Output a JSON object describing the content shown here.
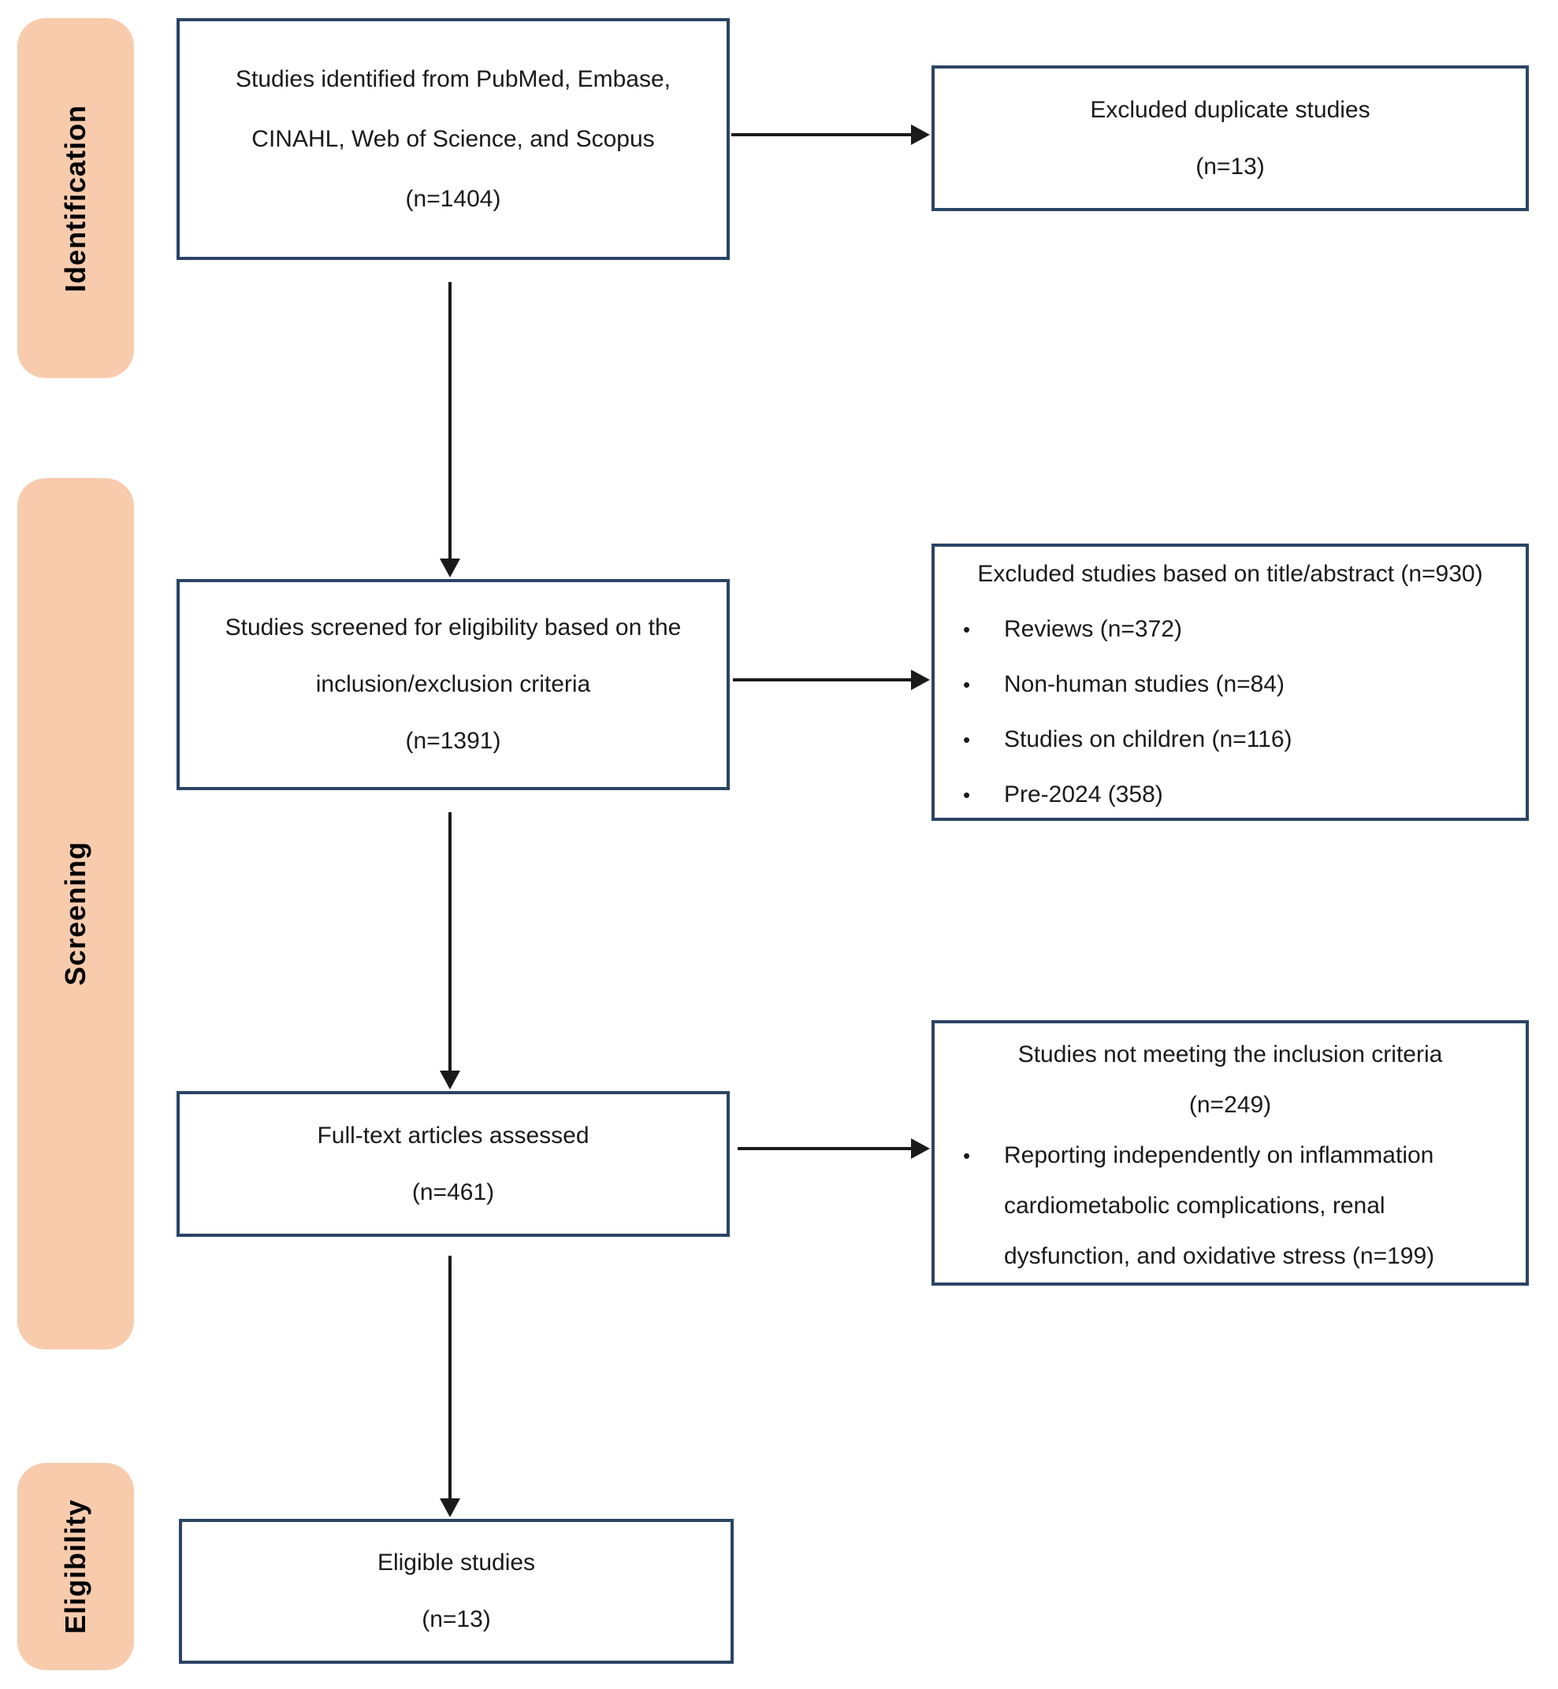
{
  "colors": {
    "stage_band": "#F8CBAD",
    "box_border": "#2A4465",
    "arrow": "#1A1A1A",
    "text": "#1A1A1A"
  },
  "icons": {
    "bullet": "•",
    "arrow_down": "▼",
    "arrow_right": "►"
  },
  "stages": {
    "identification": "Identification",
    "screening": "Screening",
    "eligibility": "Eligibility"
  },
  "flow": {
    "identified": {
      "line1": "Studies identified from PubMed, Embase,",
      "line2": "CINAHL, Web of Science, and Scopus",
      "count": "(n=1404)"
    },
    "screened": {
      "line1": "Studies screened for eligibility based on the",
      "line2": "inclusion/exclusion criteria",
      "count": "(n=1391)"
    },
    "fulltext": {
      "line1": "Full-text articles assessed",
      "count": "(n=461)"
    },
    "eligible": {
      "line1": "Eligible studies",
      "count": "(n=13)"
    }
  },
  "exclusions": {
    "duplicates": {
      "line1": "Excluded duplicate studies",
      "count": "(n=13)"
    },
    "title_abstract": {
      "heading": "Excluded studies based on title/abstract (n=930)",
      "bullets": [
        "Reviews (n=372)",
        "Non-human studies (n=84)",
        "Studies on children (n=116)",
        "Pre-2024 (358)"
      ]
    },
    "not_meeting": {
      "heading_line1": "Studies not meeting the inclusion criteria",
      "heading_line2": "(n=249)",
      "bullet_line1": "Reporting independently on inflammation",
      "bullet_line2": "cardiometabolic complications, renal",
      "bullet_line3": "dysfunction, and oxidative stress (n=199)"
    }
  }
}
